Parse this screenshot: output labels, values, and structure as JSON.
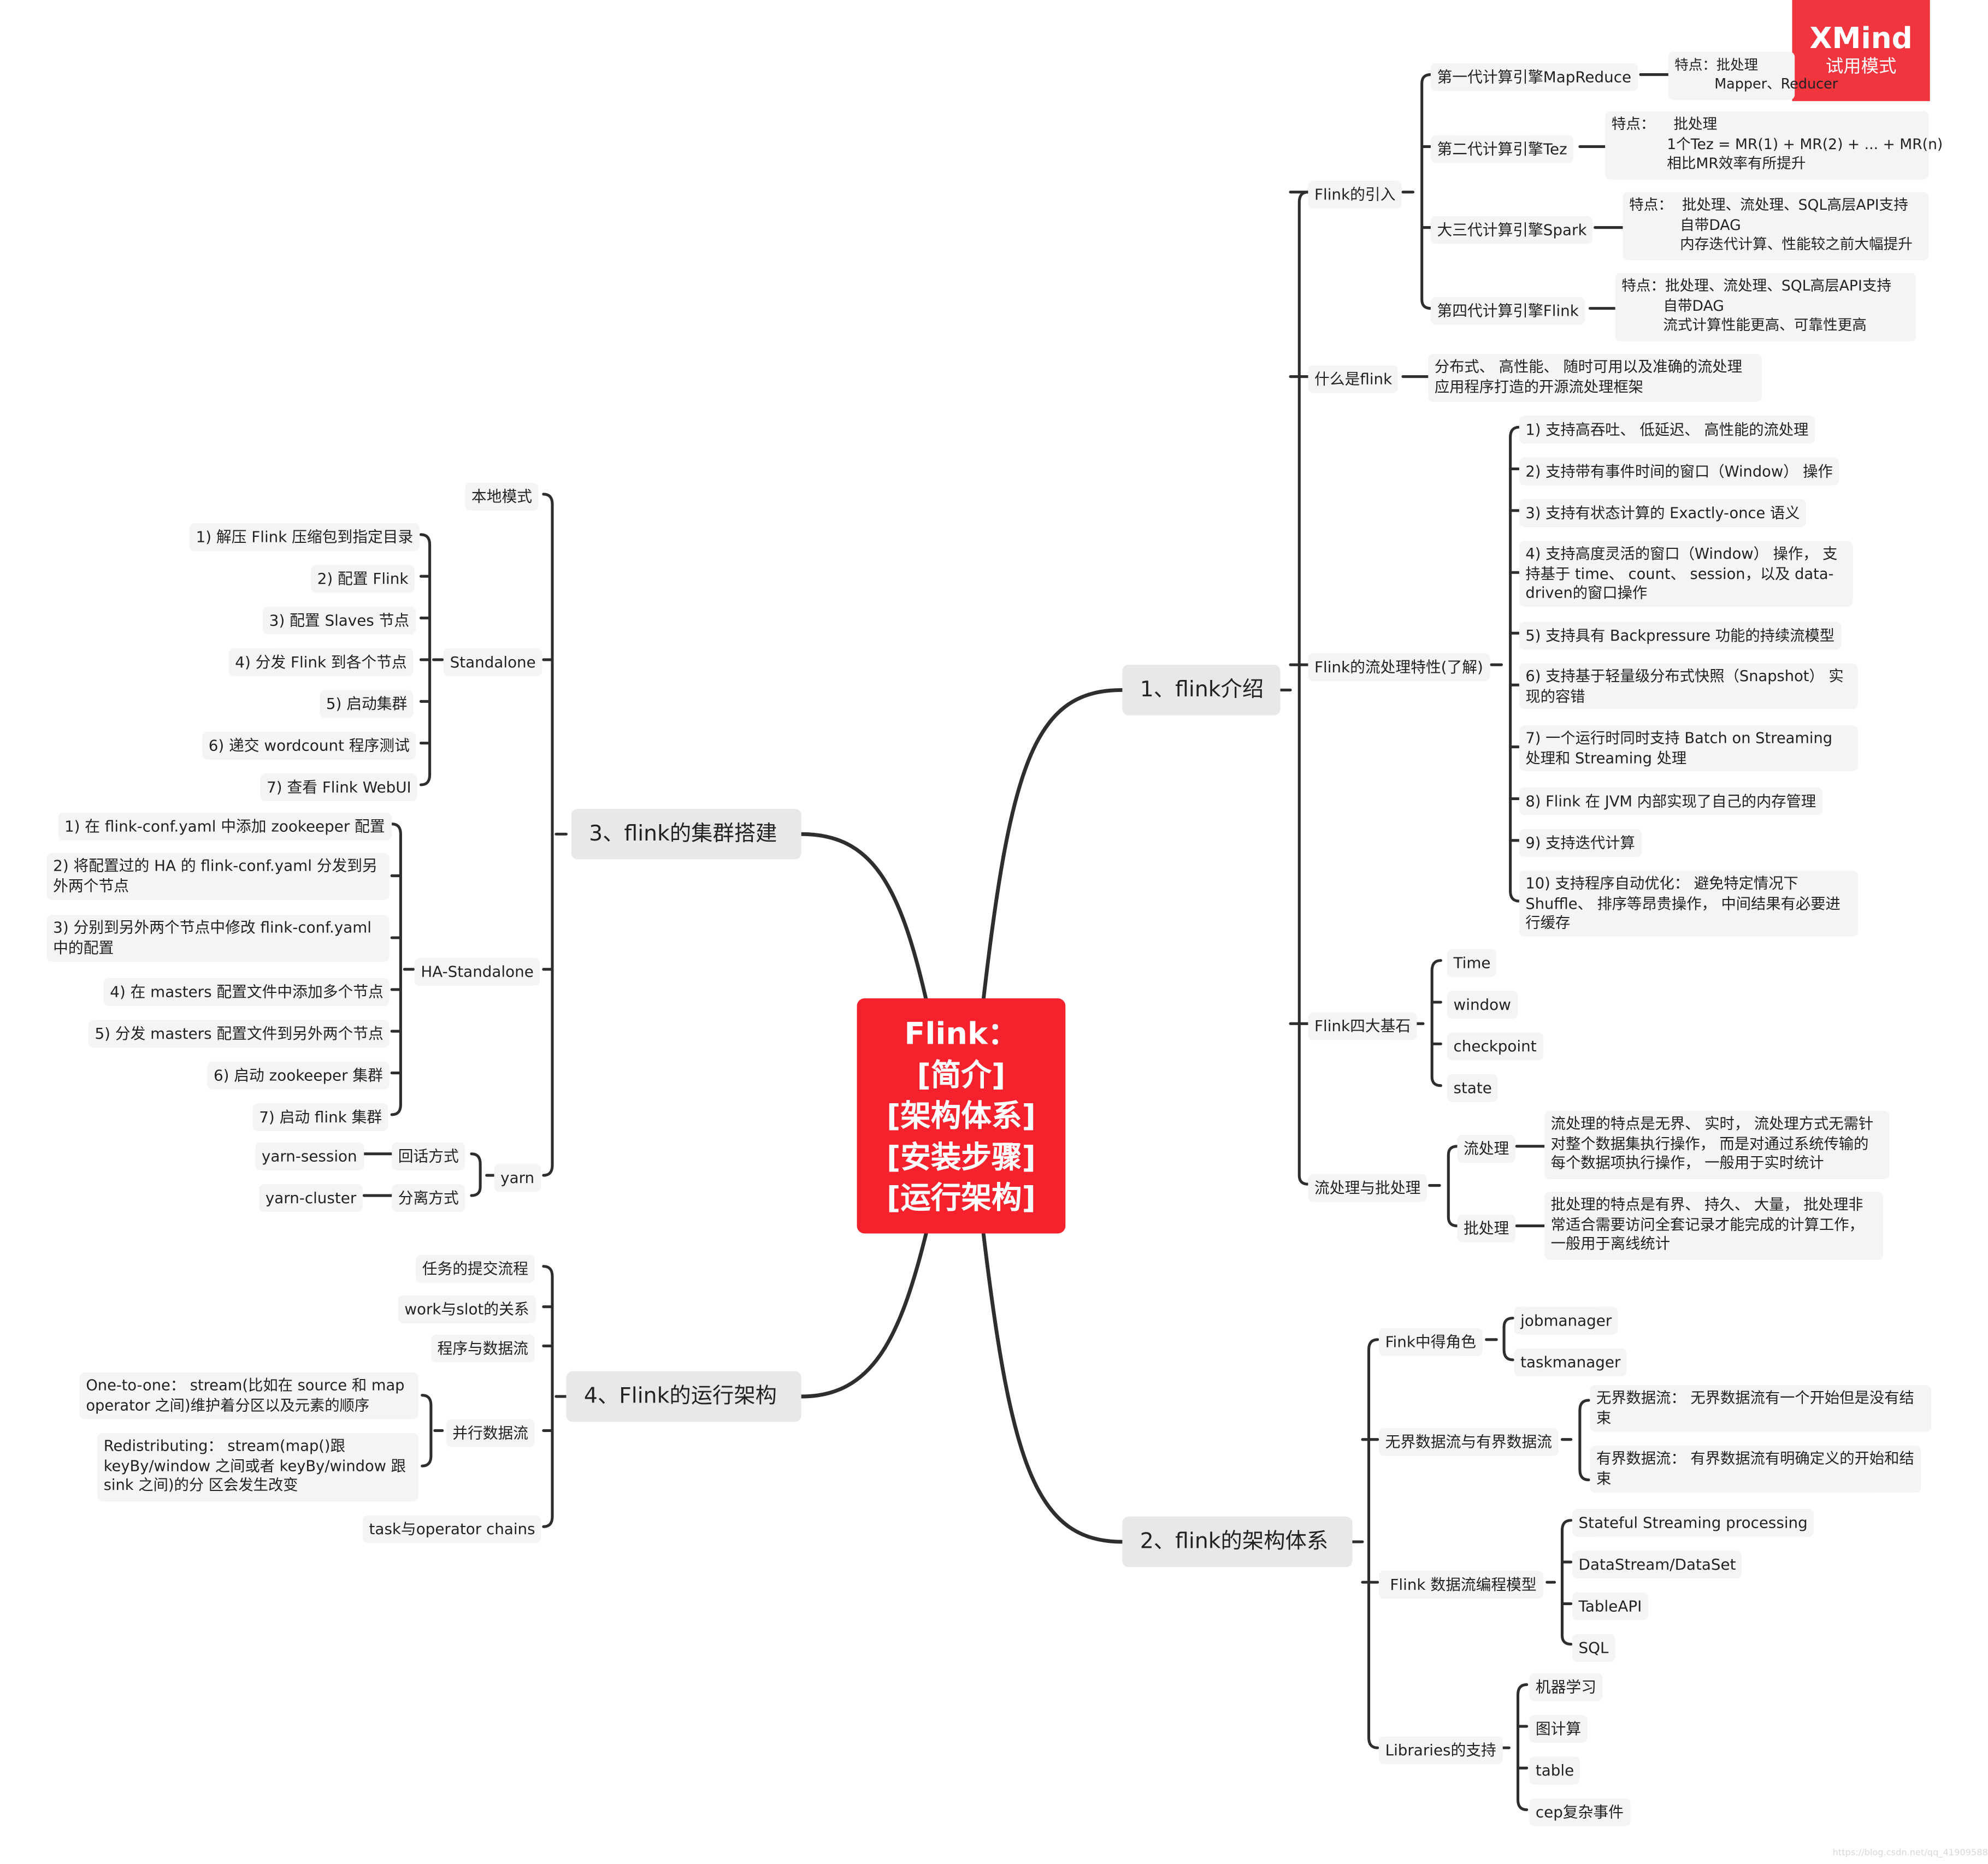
{
  "root": {
    "lines": [
      "Flink：",
      "[简介]",
      "[架构体系]",
      "[安装步骤]",
      "[运行架构]"
    ]
  },
  "watermark": {
    "brand": "XMind",
    "mode": "试用模式"
  },
  "footer": "https://blog.csdn.net/qq_41909588",
  "b1": {
    "title": "1、flink介绍",
    "intro": {
      "label": "Flink的引入",
      "mr": {
        "label": "第一代计算引擎MapReduce",
        "detail": "特点：批处理\n         Mapper、Reducer"
      },
      "tez": {
        "label": "第二代计算引擎Tez",
        "detail": "特点：    批处理\n            1个Tez = MR(1) + MR(2) + ... + MR(n)\n            相比MR效率有所提升"
      },
      "spark": {
        "label": "大三代计算引擎Spark",
        "detail": "特点：  批处理、流处理、SQL高层API支持\n           自带DAG\n           内存迭代计算、性能较之前大幅提升"
      },
      "flink": {
        "label": "第四代计算引擎Flink",
        "detail": "特点：批处理、流处理、SQL高层API支持\n         自带DAG\n         流式计算性能更高、可靠性更高"
      }
    },
    "what": {
      "label": "什么是flink",
      "detail": "分布式、 高性能、 随时可用以及准确的流处理\n应用程序打造的开源流处理框架"
    },
    "features": {
      "label": "Flink的流处理特性(了解)",
      "items": [
        "1) 支持高吞吐、 低延迟、 高性能的流处理",
        "2) 支持带有事件时间的窗口（Window） 操作",
        "3) 支持有状态计算的 Exactly-once 语义",
        "4) 支持高度灵活的窗口（Window） 操作， 支持基于 time、 count、 session，以及 data-driven的窗口操作",
        "5) 支持具有 Backpressure 功能的持续流模型",
        "6) 支持基于轻量级分布式快照（Snapshot） 实现的容错",
        "7) 一个运行时同时支持 Batch on Streaming 处理和 Streaming 处理",
        "8) Flink 在 JVM 内部实现了自己的内存管理",
        "9) 支持迭代计算",
        "10) 支持程序自动优化： 避免特定情况下 Shuffle、 排序等昂贵操作， 中间结果有必要进行缓存"
      ]
    },
    "corner": {
      "label": "Flink四大基石",
      "items": [
        "Time",
        "window",
        "checkpoint",
        "state"
      ]
    },
    "sb": {
      "label": "流处理与批处理",
      "stream": {
        "label": "流处理",
        "detail": "流处理的特点是无界、 实时， 流处理方式无需针对整个数据集执行操作， 而是对通过系统传输的每个数据项执行操作， 一般用于实时统计"
      },
      "batch": {
        "label": "批处理",
        "detail": "批处理的特点是有界、 持久、 大量， 批处理非常适合需要访问全套记录才能完成的计算工作， 一般用于离线统计"
      }
    }
  },
  "b2": {
    "title": "2、flink的架构体系",
    "roles": {
      "label": "Fink中得角色",
      "items": [
        "jobmanager",
        "taskmanager"
      ]
    },
    "bounded": {
      "label": "无界数据流与有界数据流",
      "unbounded": "无界数据流： 无界数据流有一个开始但是没有结束",
      "bounded_item": " 有界数据流： 有界数据流有明确定义的开始和结束"
    },
    "model": {
      "label": " Flink 数据流编程模型",
      "items": [
        "Stateful Streaming processing",
        "DataStream/DataSet",
        "TableAPI",
        "SQL"
      ]
    },
    "libs": {
      "label": "Libraries的支持",
      "items": [
        "机器学习",
        "图计算",
        "table",
        "cep复杂事件"
      ]
    }
  },
  "b3": {
    "title": "3、flink的集群搭建",
    "local": "本地模式",
    "standalone": {
      "label": "Standalone",
      "items": [
        "1) 解压 Flink 压缩包到指定目录",
        "2) 配置 Flink",
        "3) 配置 Slaves 节点",
        "4) 分发 Flink 到各个节点",
        "5) 启动集群",
        "6) 递交 wordcount 程序测试",
        "7) 查看 Flink WebUI"
      ]
    },
    "ha": {
      "label": "HA-Standalone",
      "items": [
        "1) 在 flink-conf.yaml 中添加 zookeeper 配置",
        "2) 将配置过的 HA 的 flink-conf.yaml 分发到另外两个节点",
        "3) 分别到另外两个节点中修改 flink-conf.yaml 中的配置",
        "4) 在 masters 配置文件中添加多个节点",
        "5) 分发 masters 配置文件到另外两个节点",
        "6) 启动 zookeeper 集群",
        "7) 启动 flink 集群"
      ]
    },
    "yarn": {
      "label": "yarn",
      "session": {
        "label": "回话方式",
        "detail": "yarn-session"
      },
      "cluster": {
        "label": "分离方式",
        "detail": "yarn-cluster"
      }
    }
  },
  "b4": {
    "title": "4、Flink的运行架构",
    "items": [
      "任务的提交流程",
      "work与slot的关系",
      "程序与数据流"
    ],
    "parallel": {
      "label": "并行数据流",
      "one": "One-to-one： stream(比如在 source 和 map operator 之间)维护着分区以及元素的顺序",
      "redist": "Redistributing： stream(map()跟 keyBy/window 之间或者 keyBy/window 跟 sink 之间)的分 区会发生改变"
    },
    "chains": "task与operator chains"
  }
}
